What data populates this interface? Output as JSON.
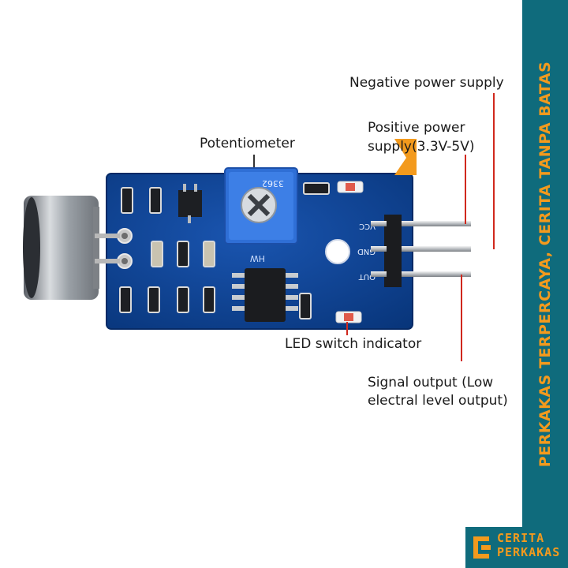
{
  "labels": {
    "negative_power": "Negative power supply",
    "positive_power_line1": "Positive power",
    "positive_power_line2": "supply(3.3V-5V)",
    "potentiometer": "Potentiometer",
    "led_switch": "LED switch indicator",
    "signal_output_line1": "Signal output (Low",
    "signal_output_line2": "electral level output)"
  },
  "board": {
    "pot_code": "3362",
    "pin_vcc": "VCC",
    "pin_gnd": "GND",
    "pin_out": "OUT",
    "mark_hw": "HW"
  },
  "brand": {
    "tagline": "PERKAKAS TERPERCAYA, CERITA TANPA BATAS",
    "logo_line1": "CERITA",
    "logo_line2": "PERKAKAS"
  },
  "colors": {
    "board": "#0b3f8f",
    "band": "#0f6b7c",
    "accent": "#f39a1d"
  }
}
